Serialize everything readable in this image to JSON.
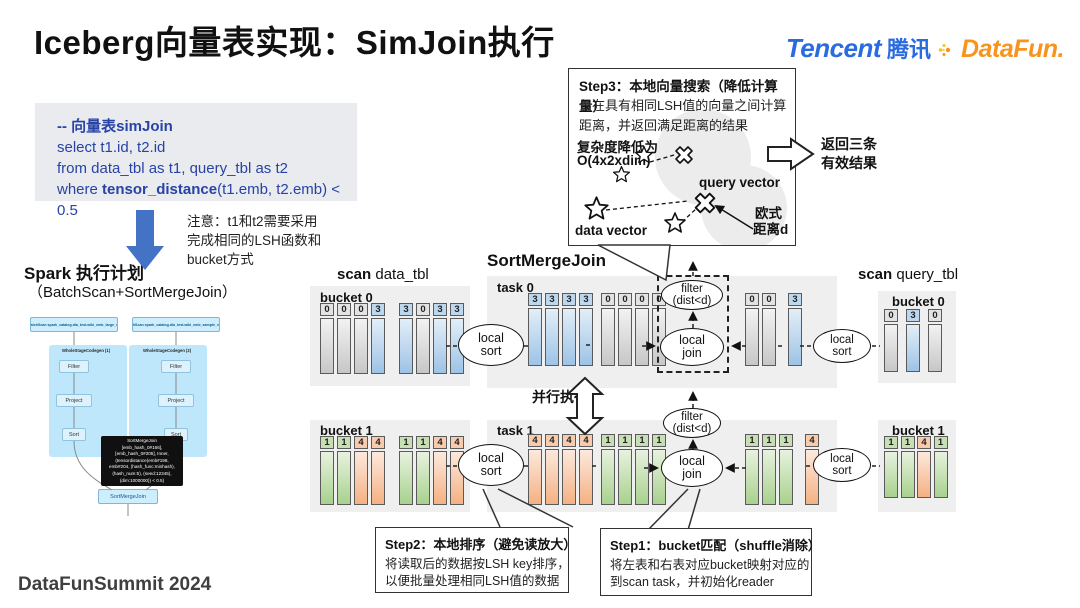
{
  "slide": {
    "title": "Iceberg向量表实现：SimJoin执行",
    "footer": "DataFunSummit 2024"
  },
  "logos": {
    "tencent_en": "Tencent",
    "tencent_cn": "腾讯",
    "datafun": "DataFun.",
    "tencent_blue": "#2a6be0",
    "datafun_orange": "#f7941e"
  },
  "sql": {
    "comment": "-- 向量表simJoin",
    "line1": "select t1.id, t2.id",
    "line2": "from data_tbl as t1, query_tbl as t2",
    "where_pre": "where ",
    "where_bold": "tensor_distance",
    "where_post": "(t1.emb, t2.emb) < 0.5",
    "text_color": "#2743a6",
    "box_bg": "#e9ebee"
  },
  "note": {
    "line1": "注意：t1和t2需要采用",
    "line2": "完成相同的LSH函数和",
    "line3": "bucket方式"
  },
  "spark": {
    "heading": "Spark 执行计划",
    "subheading": "（BatchScan+SortMergeJoin）",
    "scan_left": "BatchScan spark_catalog.dla_test.wiki_emb_large_v3",
    "scan_right": "BatchScan spark_catalog.dla_test.wiki_emb_sample_v3_tw",
    "stage_left": "WholeStageCodegen (1)",
    "stage_right": "WholeStageCodegen (2)",
    "node_filter": "Filter",
    "node_project": "Project",
    "node_sort": "Sort",
    "join_node": "SortMergeJoin",
    "tooltip_lines": [
      "SortMergeJoin",
      "[emb_hash_0#166],",
      "[emb_hash_0#205], Inner,",
      "(tensordistance(emb#198,",
      "emb#204, (hash_func:minhash),",
      "(hash_num:5), (seed:12345),",
      "(dim:1000000)) < 0.5)"
    ]
  },
  "step3": {
    "title": "Step3：本地向量搜索（降低计算量）",
    "body1": "仅在具有相同LSH值的向量之间计算",
    "body2": "距离，并返回满足距离的结果",
    "complexity1": "复杂度降低为",
    "complexity2": "O(4x2xdim)",
    "query_vector": "query vector",
    "data_vector": "data vector",
    "dist1": "欧式",
    "dist2": "距离d",
    "result1": "返回三条",
    "result2": "有效结果"
  },
  "diagram": {
    "sortmergejoin_label": "SortMergeJoin",
    "scan_label": "scan",
    "data_tbl": "data_tbl",
    "query_tbl": "query_tbl",
    "parallel": "并行执行",
    "local_sort": [
      "local",
      "sort"
    ],
    "filter": [
      "filter",
      "(dist<d)"
    ],
    "local_join": [
      "local",
      "join"
    ],
    "value_colors": {
      "0": "gray",
      "3": "blue",
      "1": "green",
      "4": "orange"
    },
    "bar_colors": {
      "gray": "#d9d9d9",
      "blue": "#bdd7ee",
      "green": "#c6e0b4",
      "orange": "#f8cbad"
    },
    "buckets": {
      "b0l": {
        "label": "bucket 0",
        "groups": [
          [
            "0",
            "0",
            "0",
            "3"
          ],
          [
            "3",
            "0",
            "3",
            "3"
          ]
        ]
      },
      "task0": {
        "label": "task 0",
        "left": [
          [
            "3",
            "3",
            "3",
            "3"
          ],
          [
            "0",
            "0",
            "0",
            "0"
          ]
        ],
        "right": [
          [
            "0",
            "0"
          ],
          [
            "3"
          ]
        ]
      },
      "b0r": {
        "label": "bucket 0",
        "groups": [
          [
            "0",
            "3",
            "0"
          ]
        ]
      },
      "b1l": {
        "label": "bucket 1",
        "groups": [
          [
            "1",
            "1",
            "4",
            "4"
          ],
          [
            "1",
            "1",
            "4",
            "4"
          ]
        ]
      },
      "task1": {
        "label": "task 1",
        "left": [
          [
            "4",
            "4",
            "4",
            "4"
          ],
          [
            "1",
            "1",
            "1",
            "1"
          ]
        ],
        "right": [
          [
            "1",
            "1",
            "1"
          ],
          [
            "4"
          ]
        ]
      },
      "b1r": {
        "label": "bucket 1",
        "groups": [
          [
            "1",
            "1",
            "4",
            "1"
          ]
        ]
      }
    }
  },
  "step2": {
    "title": "Step2：本地排序（避免读放大）",
    "line1": "将读取后的数据按LSH key排序，",
    "line2": "以便批量处理相同LSH值的数据"
  },
  "step1": {
    "title": "Step1：bucket匹配（shuffle消除）",
    "line1": "将左表和右表对应bucket映射对应的",
    "line2": "到scan task，并初始化reader"
  }
}
